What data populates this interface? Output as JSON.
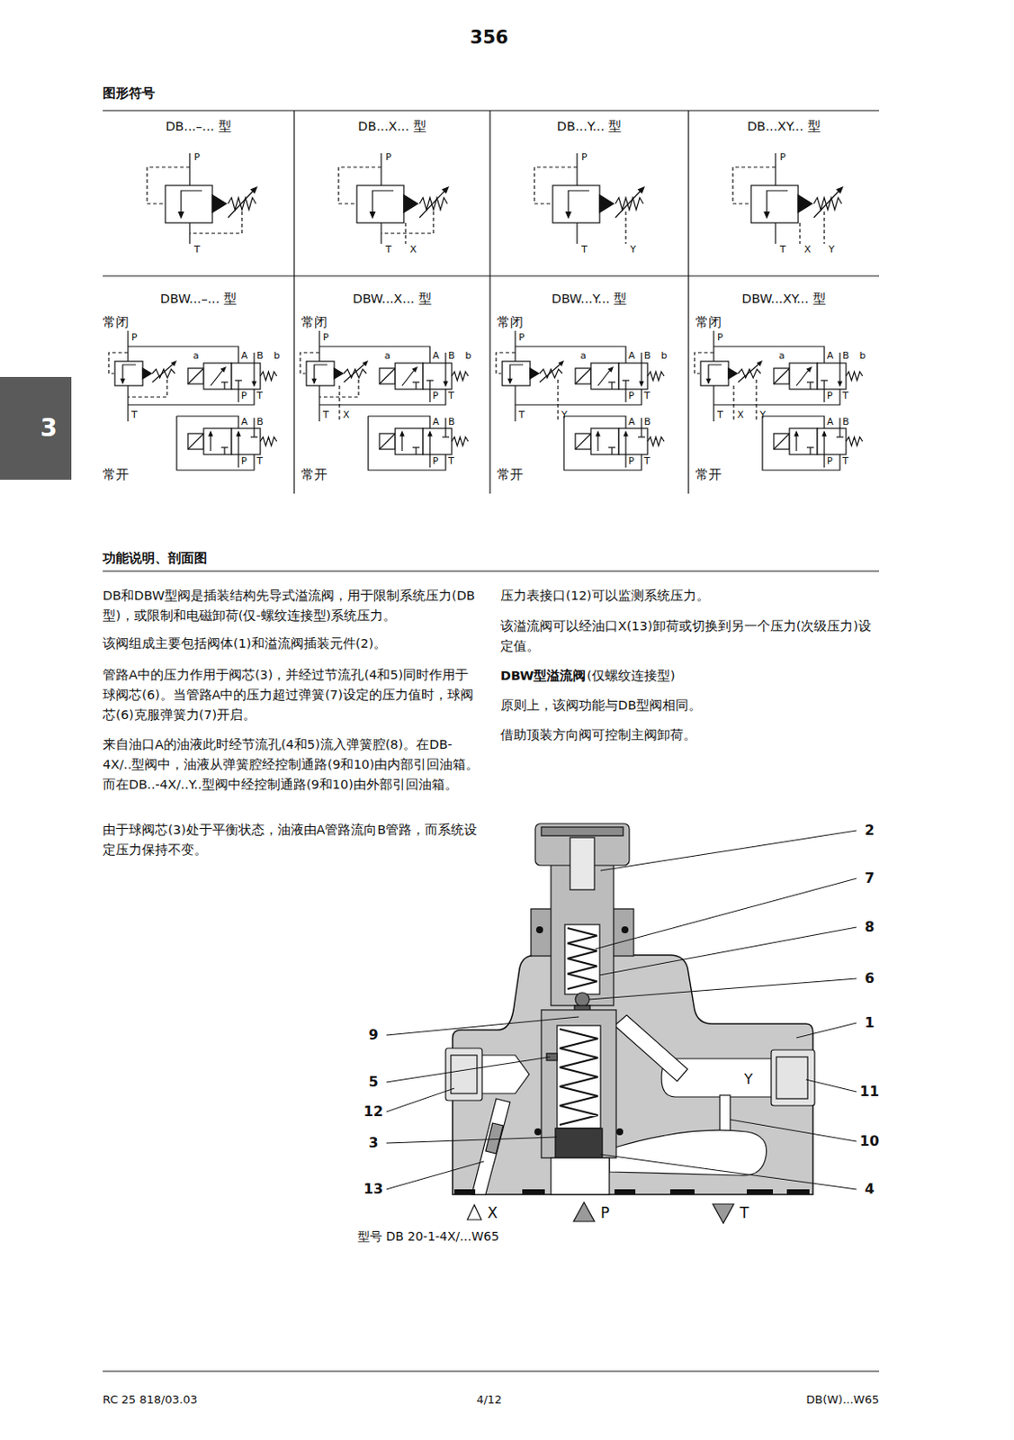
{
  "diagram": {
    "caption": "型号 DB 20-1-4X/...W65",
    "nodes": [
      {
        "text": [
          "DB...–... 型"
        ]
      },
      {
        "text": [
          "DB...X... 型"
        ]
      },
      {
        "text": [
          "DB...Y... 型"
        ]
      },
      {
        "text": [
          "DB...XY... 型"
        ]
      },
      {
        "text": [
          "DBW...–... 型",
          "常闭",
          "常开"
        ]
      },
      {
        "text": [
          "DBW...X... 型",
          "常闭",
          "常开"
        ]
      },
      {
        "text": [
          "DBW...Y... 型",
          "常闭",
          "常开"
        ]
      },
      {
        "text": [
          "DBW...XY... 型",
          "常闭",
          "常开"
        ]
      }
    ],
    "labels": [
      "356",
      "图形符号",
      "P",
      "T",
      "P",
      "T",
      "X",
      "P",
      "T",
      "Y",
      "P",
      "T",
      "X",
      "Y",
      "P",
      "T",
      "a",
      "A",
      "B",
      "b",
      "P",
      "T",
      "A",
      "B",
      "P",
      "T",
      "P",
      "T",
      "X",
      "a",
      "A",
      "B",
      "b",
      "P",
      "T",
      "A",
      "B",
      "P",
      "T",
      "P",
      "T",
      "Y",
      "a",
      "A",
      "B",
      "b",
      "P",
      "T",
      "A",
      "B",
      "P",
      "T",
      "P",
      "T",
      "X",
      "Y",
      "a",
      "A",
      "B",
      "b",
      "P",
      "T",
      "A",
      "B",
      "P",
      "T",
      "3",
      "功能说明、剖面图",
      "DB和DBW型阀是插装结构先导式溢流阀，用于限制系统压力(DB型)，或限制和电磁卸荷(仅-螺纹连接型)系统压力。",
      "该阀组成主要包括阀体(1)和溢流阀插装元件(2)。",
      "管路A中的压力作用于阀芯(3)，并经过节流孔(4和5)同时作用于球阀芯(6)。当管路A中的压力超过弹簧(7)设定的压力值时，球阀芯(6)克服弹簧力(7)开启。",
      "来自油口A的油液此时经节流孔(4和5)流入弹簧腔(8)。在DB-4X/..型阀中，油液从弹簧腔经控制通路(9和10)由内部引回油箱。而在DB..-4X/..Y..型阀中经控制通路(9和10)由外部引回油箱。",
      "由于球阀芯(3)处于平衡状态，油液由A管路流向B管路，而系统设定压力保持不变。",
      "压力表接口(12)可以监测系统压力。",
      "该溢流阀可以经油口X(13)卸荷或切换到另一个压力(次级压力)设定值。",
      "DBW型溢流阀",
      "(仅螺纹连接型)",
      "原则上，该阀功能与DB型阀相同。",
      "借助顶装方向阀可控制主阀卸荷。",
      "2",
      "7",
      "8",
      "6",
      "1",
      "11",
      "10",
      "4",
      "9",
      "5",
      "12",
      "3",
      "13",
      "Y",
      "X",
      "P",
      "T",
      "RC 25 818/03.03",
      "4/12",
      "DB(W)...W65"
    ]
  }
}
